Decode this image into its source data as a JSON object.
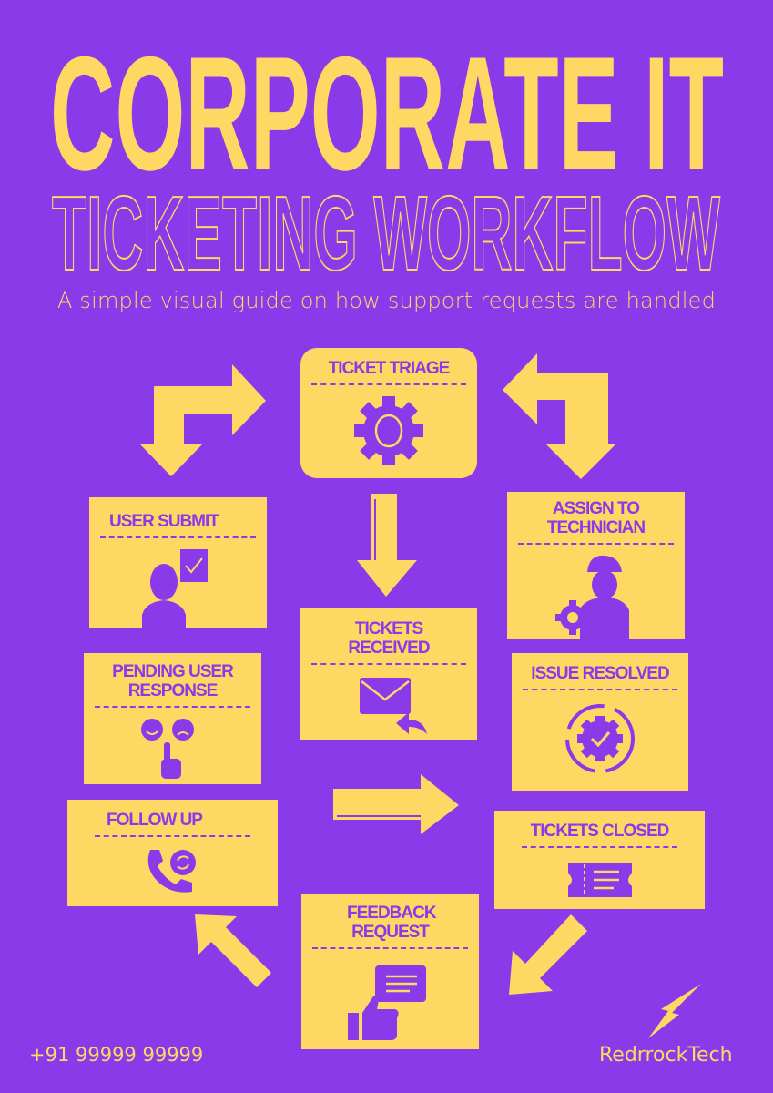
{
  "header": {
    "title_line1": "CORPORATE IT",
    "title_line2": "TICKETING WORKFLOW",
    "subtitle": "A simple visual guide on how support requests are handled"
  },
  "steps": {
    "triage": "TICKET TRIAGE",
    "user_submit": "USER SUBMIT",
    "assign": "ASSIGN TO TECHNICIAN",
    "received": "TICKETS RECEIVED",
    "pending": "PENDING USER RESPONSE",
    "resolved": "ISSUE RESOLVED",
    "follow_up": "FOLLOW UP",
    "closed": "TICKETS CLOSED",
    "feedback": "FEEDBACK REQUEST"
  },
  "footer": {
    "phone": "+91 99999 99999",
    "brand": "RedrrockTech"
  },
  "colors": {
    "background": "#8a3ae8",
    "accent": "#ffd763"
  }
}
